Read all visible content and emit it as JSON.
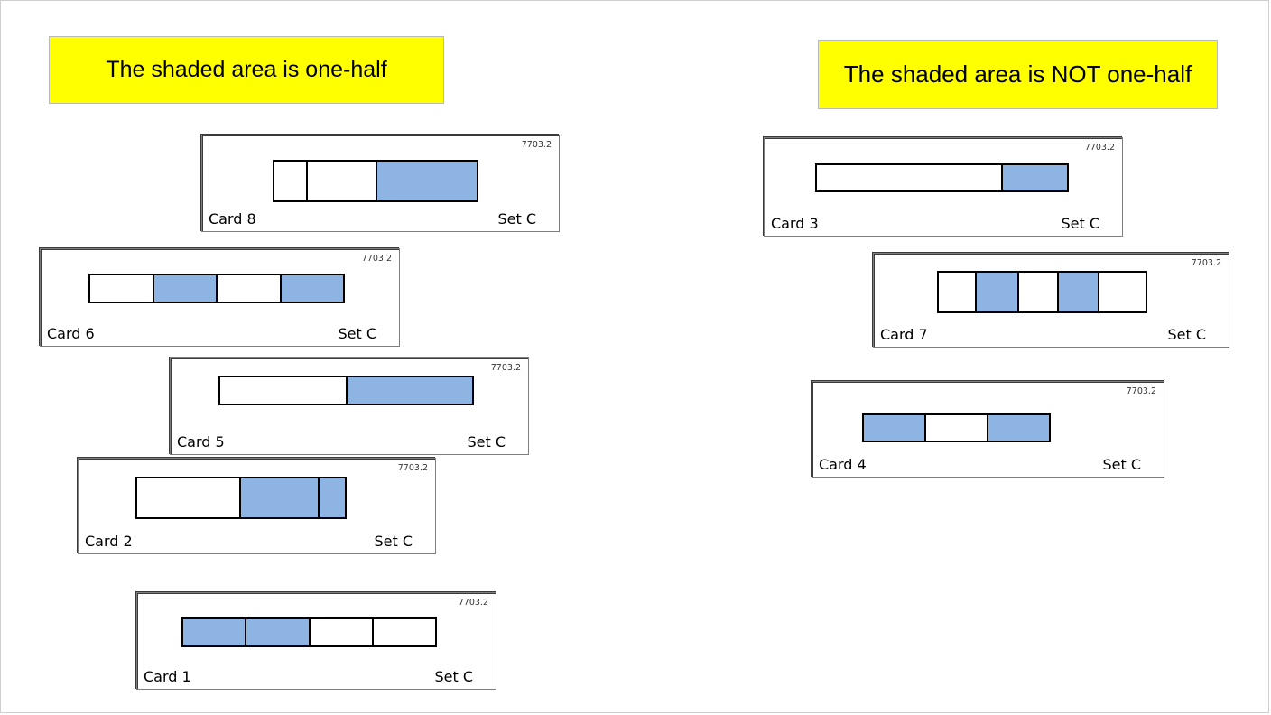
{
  "headings": {
    "half": "The shaded area is one-half",
    "not_half": "The shaded area is NOT one-half"
  },
  "colors": {
    "heading_background": "#ffff00",
    "shaded": "#8eb4e3",
    "unshaded": "#ffffff",
    "outline": "#000000"
  },
  "cards": [
    {
      "id": "card-8",
      "name": "Card 8",
      "set": "Set C",
      "code": "7703.2",
      "group": "half",
      "parts": [
        {
          "fraction": 0.16,
          "shaded": false
        },
        {
          "fraction": 0.34,
          "shaded": false
        },
        {
          "fraction": 0.5,
          "shaded": true
        }
      ]
    },
    {
      "id": "card-6",
      "name": "Card 6",
      "set": "Set C",
      "code": "7703.2",
      "group": "half",
      "parts": [
        {
          "fraction": 0.25,
          "shaded": false
        },
        {
          "fraction": 0.25,
          "shaded": true
        },
        {
          "fraction": 0.25,
          "shaded": false
        },
        {
          "fraction": 0.25,
          "shaded": true
        }
      ]
    },
    {
      "id": "card-5",
      "name": "Card 5",
      "set": "Set C",
      "code": "7703.2",
      "group": "half",
      "parts": [
        {
          "fraction": 0.5,
          "shaded": false
        },
        {
          "fraction": 0.5,
          "shaded": true
        }
      ]
    },
    {
      "id": "card-2",
      "name": "Card 2",
      "set": "Set C",
      "code": "7703.2",
      "group": "half",
      "parts": [
        {
          "fraction": 0.5,
          "shaded": false
        },
        {
          "fraction": 0.375,
          "shaded": true
        },
        {
          "fraction": 0.125,
          "shaded": true
        }
      ]
    },
    {
      "id": "card-1",
      "name": "Card 1",
      "set": "Set C",
      "code": "7703.2",
      "group": "half",
      "parts": [
        {
          "fraction": 0.25,
          "shaded": true
        },
        {
          "fraction": 0.25,
          "shaded": true
        },
        {
          "fraction": 0.25,
          "shaded": false
        },
        {
          "fraction": 0.25,
          "shaded": false
        }
      ]
    },
    {
      "id": "card-3",
      "name": "Card 3",
      "set": "Set C",
      "code": "7703.2",
      "group": "not_half",
      "parts": [
        {
          "fraction": 0.74,
          "shaded": false
        },
        {
          "fraction": 0.26,
          "shaded": true
        }
      ]
    },
    {
      "id": "card-7",
      "name": "Card 7",
      "set": "Set C",
      "code": "7703.2",
      "group": "not_half",
      "parts": [
        {
          "fraction": 0.18,
          "shaded": false
        },
        {
          "fraction": 0.205,
          "shaded": true
        },
        {
          "fraction": 0.19,
          "shaded": false
        },
        {
          "fraction": 0.195,
          "shaded": true
        },
        {
          "fraction": 0.23,
          "shaded": false
        }
      ]
    },
    {
      "id": "card-4",
      "name": "Card 4",
      "set": "Set C",
      "code": "7703.2",
      "group": "not_half",
      "parts": [
        {
          "fraction": 0.333,
          "shaded": true
        },
        {
          "fraction": 0.334,
          "shaded": false
        },
        {
          "fraction": 0.333,
          "shaded": true
        }
      ]
    }
  ]
}
